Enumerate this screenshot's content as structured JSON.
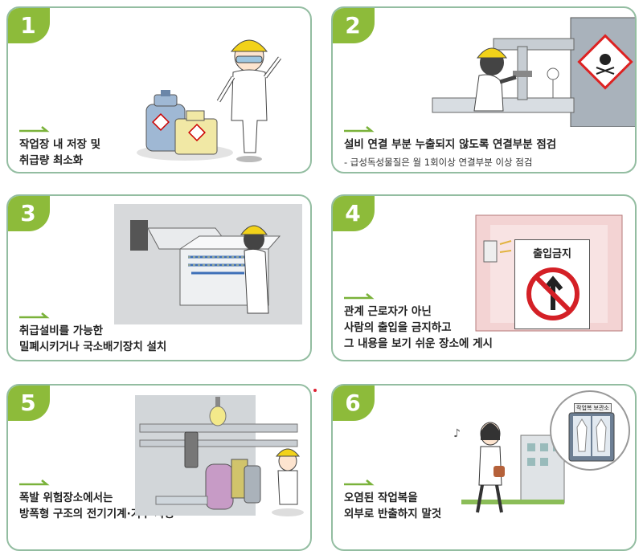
{
  "cards": [
    {
      "number": "1",
      "lines": [
        "작업장 내 저장 및",
        "취급량 최소화"
      ],
      "sub": ""
    },
    {
      "number": "2",
      "lines": [
        "설비 연결 부분 누출되지 않도록  연결부분 점검"
      ],
      "sub": "- 급성독성물질은 월 1회이상 연결부분 이상 점검"
    },
    {
      "number": "3",
      "lines": [
        "취급설비를 가능한",
        "밀폐시키거나 국소배기장치 설치"
      ],
      "sub": ""
    },
    {
      "number": "4",
      "lines": [
        "관계 근로자가 아닌",
        "사람의 출입을 금지하고",
        "그 내용을 보기 쉬운 장소에 게시"
      ],
      "sub": "",
      "sign_text": "출입금지"
    },
    {
      "number": "5",
      "lines": [
        "폭발 위험장소에서는",
        "방폭형 구조의 전기기계·기구 사용"
      ],
      "sub": ""
    },
    {
      "number": "6",
      "lines": [
        "오염된 작업복을",
        "외부로 반출하지 말것"
      ],
      "sub": "",
      "locker_label": "작업복 보관소"
    }
  ],
  "colors": {
    "accent_green": "#8dbb3a",
    "border": "#93bda1",
    "helmet": "#f2d21a"
  },
  "icons": [
    "arrow-right-icon",
    "hazard-skull-icon",
    "no-entry-icon",
    "music-note-icon"
  ]
}
